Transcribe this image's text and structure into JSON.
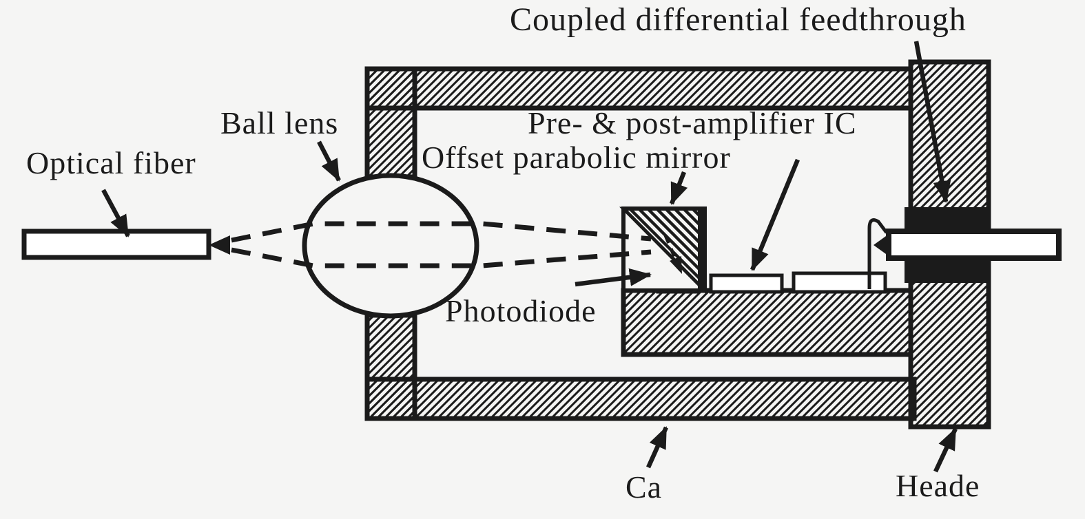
{
  "diagram": {
    "type": "optical-receiver-module-cross-section",
    "labels": {
      "coupled_feedthrough": "Coupled differential feedthrough",
      "ball_lens": "Ball lens",
      "optical_fiber": "Optical fiber",
      "pre_post_amplifier_ic": "Pre- & post-amplifier IC",
      "offset_parabolic_mirror": "Offset parabolic mirror",
      "photodiode": "Photodiode",
      "case_label": "Ca",
      "header_label": "Heade"
    },
    "colors": {
      "background": "#f5f5f4",
      "ink": "#1b1b1b"
    }
  }
}
